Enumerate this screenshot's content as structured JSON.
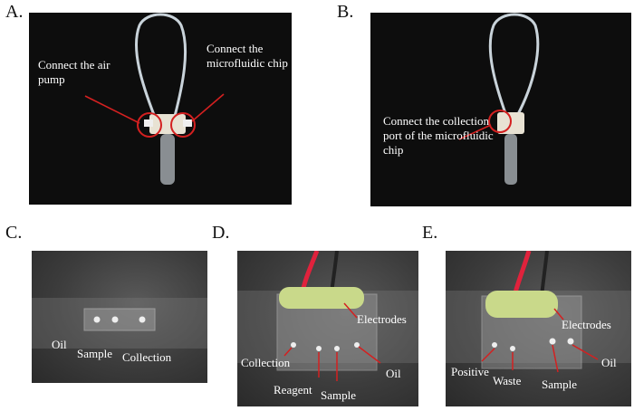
{
  "figure": {
    "panels": [
      {
        "id": "A",
        "letter": "A.",
        "labels": [
          "Connect the air pump",
          "Connect the microfluidic chip"
        ]
      },
      {
        "id": "B",
        "letter": "B.",
        "labels": [
          "Connect the collection port of the microfluidic chip"
        ]
      },
      {
        "id": "C",
        "letter": "C.",
        "labels": [
          "Oil",
          "Sample",
          "Collection"
        ]
      },
      {
        "id": "D",
        "letter": "D.",
        "labels": [
          "Electrodes",
          "Collection",
          "Oil",
          "Reagent",
          "Sample"
        ]
      },
      {
        "id": "E",
        "letter": "E.",
        "labels": [
          "Electrodes",
          "Oil",
          "Positive",
          "Waste",
          "Sample"
        ]
      }
    ]
  },
  "colors": {
    "annotation_line": "#d42020",
    "tubing": "#c9d3da",
    "red_wire": "#e0223c",
    "green_sealant": "#c9d98a"
  }
}
